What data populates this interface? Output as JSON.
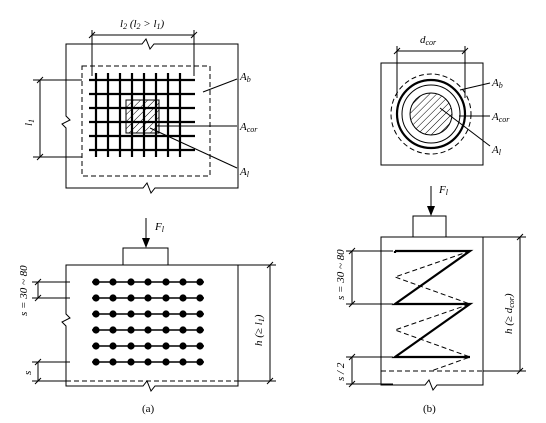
{
  "diagrams": {
    "a": {
      "caption": "(a)",
      "plan": {
        "dim_top": "l2 (l2 > l1)",
        "dim_top_parts": {
          "l_a": "l",
          "sub_a": "2",
          "open": " (",
          "l_b": "l",
          "sub_b": "2",
          "gt": " > ",
          "l_c": "l",
          "sub_c": "1",
          "close": ")"
        },
        "dim_left": {
          "l": "l",
          "sub": "1"
        },
        "label_ab": {
          "main": "A",
          "sub": "b"
        },
        "label_acor": {
          "main": "A",
          "sub": "cor"
        },
        "label_al": {
          "main": "A",
          "sub": "l"
        }
      },
      "elevation": {
        "load": {
          "main": "F",
          "sub": "l"
        },
        "spacing": "s = 30 ~ 80",
        "spacing_small": "s",
        "height": {
          "prefix": "h (≥ ",
          "l": "l",
          "sub": "1",
          "suffix": ")"
        }
      }
    },
    "b": {
      "caption": "(b)",
      "plan": {
        "dim_top": {
          "main": "d",
          "sub": "cor"
        },
        "label_ab": {
          "main": "A",
          "sub": "b"
        },
        "label_acor": {
          "main": "A",
          "sub": "cor"
        },
        "label_al": {
          "main": "A",
          "sub": "l"
        }
      },
      "elevation": {
        "load": {
          "main": "F",
          "sub": "l"
        },
        "spacing": "s = 30 ~ 80",
        "spacing_half": "s / 2",
        "height": {
          "prefix": "h (≥ ",
          "d": "d",
          "sub": "cor",
          "suffix": ")"
        }
      }
    }
  }
}
